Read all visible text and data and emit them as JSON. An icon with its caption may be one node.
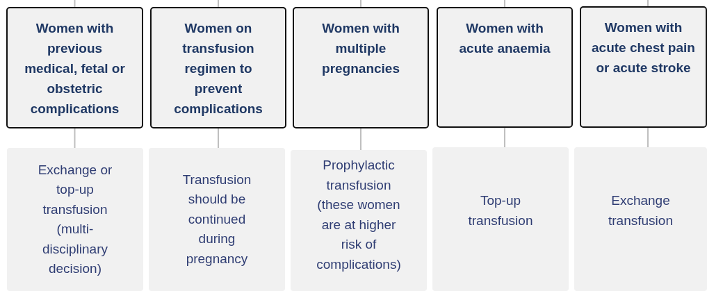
{
  "diagram": {
    "nodes": [
      {
        "text": [
          "Women with previous medical, fetal or obstetric complications"
        ]
      },
      {
        "text": [
          "Women on transfusion regimen to prevent complications"
        ]
      },
      {
        "text": [
          "Women with multiple pregnancies"
        ]
      },
      {
        "text": [
          "Women with acute anaemia"
        ]
      },
      {
        "text": [
          "Women with acute chest pain or acute stroke"
        ]
      },
      {
        "text": [
          "Exchange or top-up transfusion (multi-disciplinary decision)"
        ]
      },
      {
        "text": [
          "Transfusion should be continued during pregnancy"
        ]
      },
      {
        "text": [
          "Prophylactic transfusion (these women are at higher risk of complications)"
        ]
      },
      {
        "text": [
          "Top-up transfusion"
        ]
      },
      {
        "text": [
          "Exchange transfusion"
        ]
      }
    ],
    "edges": [
      {
        "from": null,
        "to": 0,
        "arrow": "none"
      },
      {
        "from": null,
        "to": 1,
        "arrow": "none"
      },
      {
        "from": null,
        "to": 2,
        "arrow": "none"
      },
      {
        "from": null,
        "to": 3,
        "arrow": "none"
      },
      {
        "from": null,
        "to": 4,
        "arrow": "none"
      },
      {
        "from": 0,
        "to": 5,
        "arrow": "none"
      },
      {
        "from": 1,
        "to": 6,
        "arrow": "none"
      },
      {
        "from": 2,
        "to": 7,
        "arrow": "none"
      },
      {
        "from": 3,
        "to": 8,
        "arrow": "none"
      },
      {
        "from": 4,
        "to": 9,
        "arrow": "none"
      }
    ]
  }
}
